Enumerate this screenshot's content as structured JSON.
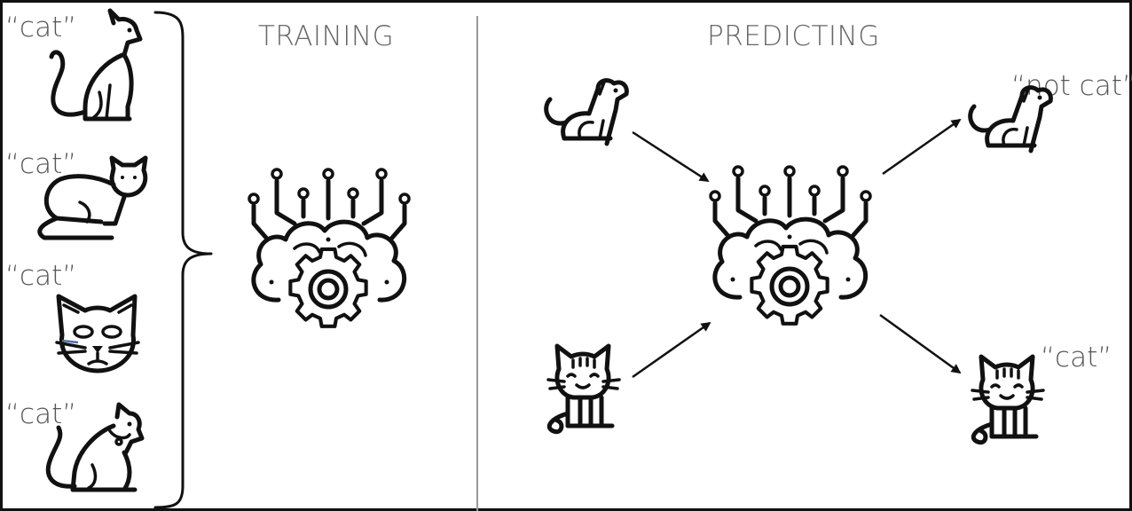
{
  "sections": {
    "training": "TRAINING",
    "predicting": "PREDICTING"
  },
  "training_labels": [
    "“cat”",
    "“cat”",
    "“cat”",
    "“cat”"
  ],
  "prediction_labels": {
    "top": "“not cat”",
    "bottom": "“cat”"
  },
  "icons": {
    "training_inputs": [
      "sitting-cat-icon",
      "crouching-cat-icon",
      "cat-face-icon",
      "collared-cat-icon"
    ],
    "model": "brain-gear-circuit-icon",
    "predict_inputs": [
      "dog-icon",
      "cartoon-cat-icon"
    ],
    "predict_outputs": [
      "dog-icon",
      "cartoon-cat-icon"
    ]
  },
  "colors": {
    "ink": "#111111",
    "label": "#555555",
    "divider": "#999999"
  }
}
